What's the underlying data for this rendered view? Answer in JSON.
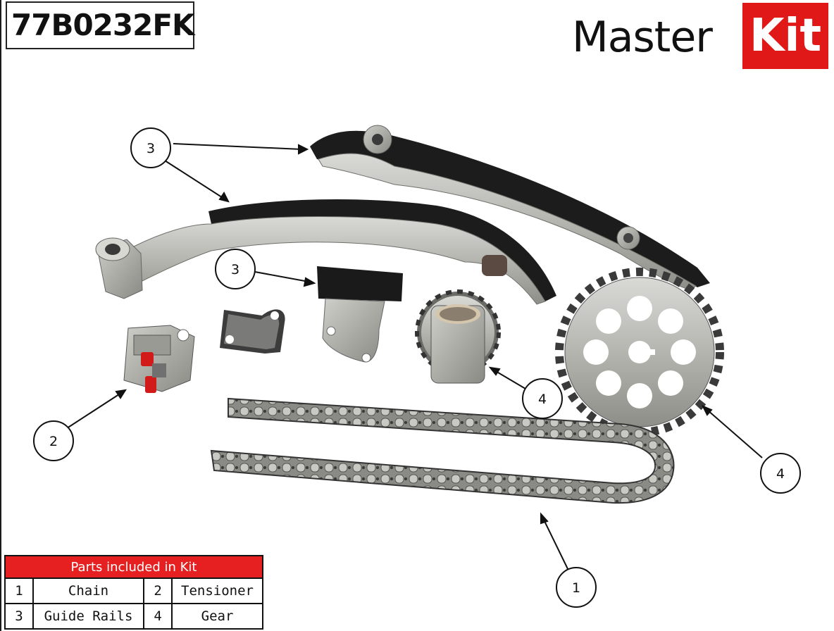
{
  "header": {
    "part_code": "77B0232FK",
    "logo_text": "Master",
    "logo_badge": "Kit"
  },
  "callouts": [
    "3",
    "3",
    "2",
    "4",
    "4",
    "1"
  ],
  "table": {
    "title": "Parts included in Kit",
    "rows": [
      [
        {
          "num": "1",
          "name": "Chain"
        },
        {
          "num": "2",
          "name": "Tensioner"
        }
      ],
      [
        {
          "num": "3",
          "name": "Guide Rails"
        },
        {
          "num": "4",
          "name": "Gear"
        }
      ]
    ]
  },
  "colors": {
    "brand_red": "#e01818",
    "table_header": "#e62020",
    "tensioner_plug": "#d21a1a"
  }
}
